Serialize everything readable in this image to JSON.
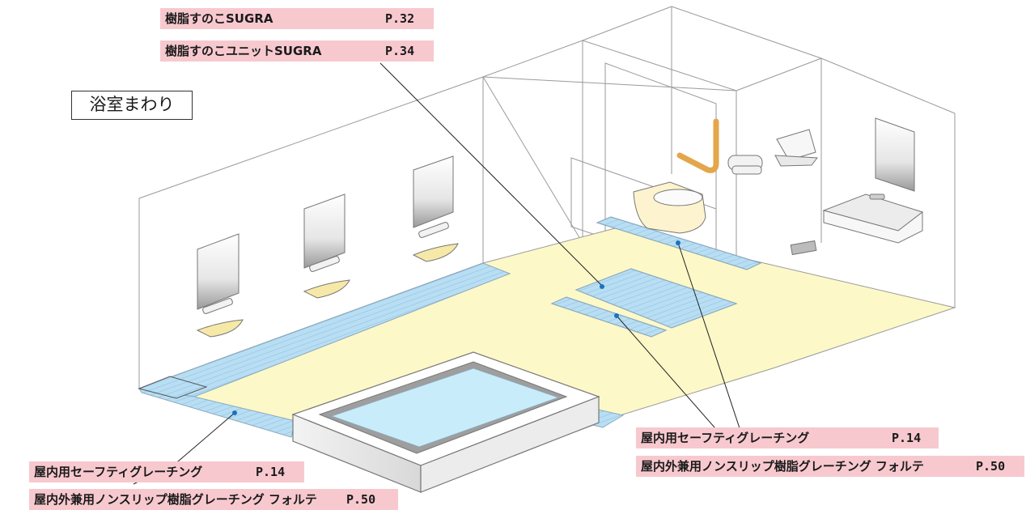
{
  "section_title": "浴室まわり",
  "labels": {
    "sunoko_sugra": {
      "name": "樹脂すのこSUGRA",
      "page": "P.32"
    },
    "sunoko_unit_sugra": {
      "name": "樹脂すのこユニットSUGRA",
      "page": "P.34"
    },
    "safety_grating_right": {
      "name": "屋内用セーフティグレーチング",
      "page": "P.14"
    },
    "forte_right": {
      "name": "屋内外兼用ノンスリップ樹脂グレーチング フォルテ",
      "page": "P.50"
    },
    "safety_grating_left": {
      "name": "屋内用セーフティグレーチング",
      "page": "P.14"
    },
    "forte_left": {
      "name": "屋内外兼用ノンスリップ樹脂グレーチング フォルテ",
      "page": "P.50"
    }
  },
  "colors": {
    "floor": "#fdf8c8",
    "grating": "#b9def3",
    "water": "#c9ecfa",
    "label_bg": "#f7c9cf",
    "handrail": "#e3a64a",
    "shelf": "#f6e9a8"
  }
}
